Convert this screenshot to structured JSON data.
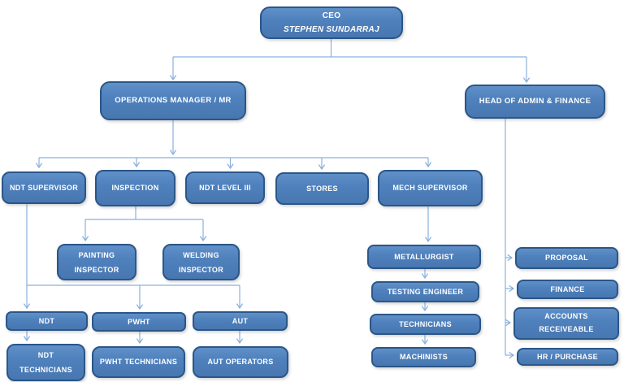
{
  "org": {
    "ceo": {
      "title": "CEO",
      "name": "STEPHEN SUNDARRAJ"
    },
    "level2": {
      "operations_manager": "OPERATIONS MANAGER / MR",
      "head_admin_finance": "HEAD OF ADMIN & FINANCE"
    },
    "level3": {
      "ndt_supervisor": "NDT SUPERVISOR",
      "inspection": "INSPECTION",
      "ndt_level_iii": "NDT LEVEL III",
      "stores": "STORES",
      "mech_supervisor": "MECH SUPERVISOR"
    },
    "inspection_children": {
      "painting_inspector": "PAINTING INSPECTOR",
      "welding_inspector": "WELDING INSPECTOR"
    },
    "ndt_branch": {
      "ndt": "NDT",
      "pwht": "PWHT",
      "aut": "AUT",
      "ndt_technicians": "NDT TECHNICIANS",
      "pwht_technicians": "PWHT TECHNICIANS",
      "aut_operators": "AUT OPERATORS"
    },
    "mech_chain": {
      "metallurgist": "METALLURGIST",
      "testing_engineer": "TESTING ENGINEER",
      "technicians": "TECHNICIANS",
      "machinists": "MACHINISTS"
    },
    "admin_children": {
      "proposal": "PROPOSAL",
      "finance": "FINANCE",
      "accounts_receivable": "ACCOUNTS RECEIVEABLE",
      "hr_purchase": "HR / PURCHASE"
    }
  },
  "colors": {
    "box_fill": "#4f81bd",
    "box_border": "#2b5688",
    "connector": "#8ab0dd",
    "text": "#ffffff"
  }
}
